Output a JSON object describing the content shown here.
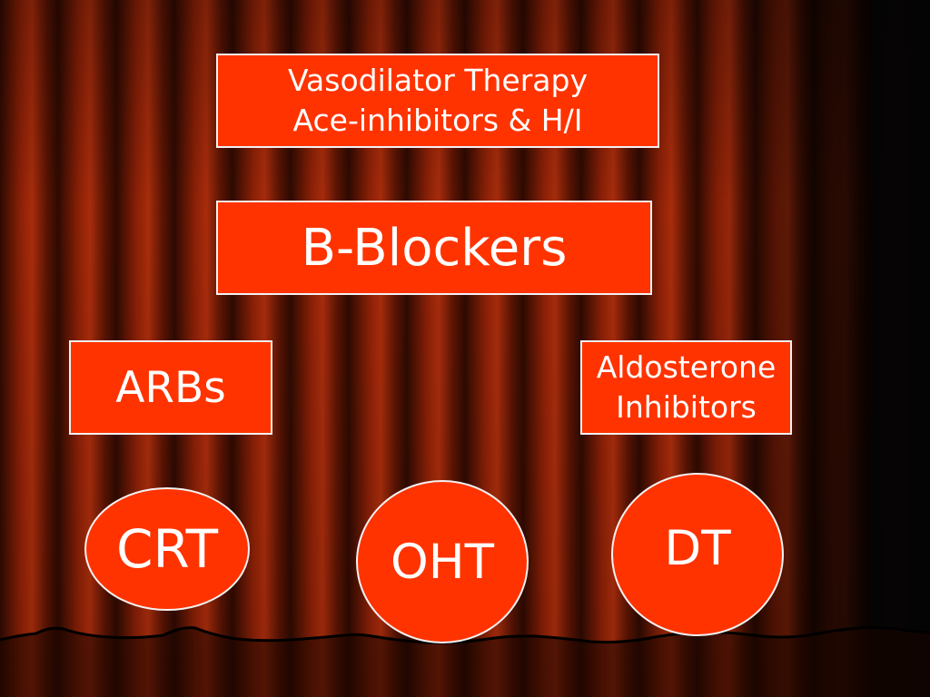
{
  "colors": {
    "shape_fill": "#ff3300",
    "shape_border": "#f2f2f2",
    "text": "#ffffff",
    "curtain_dark": "#3a0e02",
    "curtain_mid": "#7a1a05",
    "curtain_light": "#a0280a",
    "background": "#000000"
  },
  "boxes": {
    "vasodilator": {
      "line1": "Vasodilator Therapy",
      "line2": "Ace-inhibitors & H/I"
    },
    "beta_blockers": {
      "label": "B-Blockers"
    },
    "arbs": {
      "label": "ARBs"
    },
    "aldosterone": {
      "line1": "Aldosterone",
      "line2": "Inhibitors"
    }
  },
  "circles": {
    "crt": {
      "label": "CRT"
    },
    "oht": {
      "label": "OHT"
    },
    "dt": {
      "label": "DT"
    }
  }
}
